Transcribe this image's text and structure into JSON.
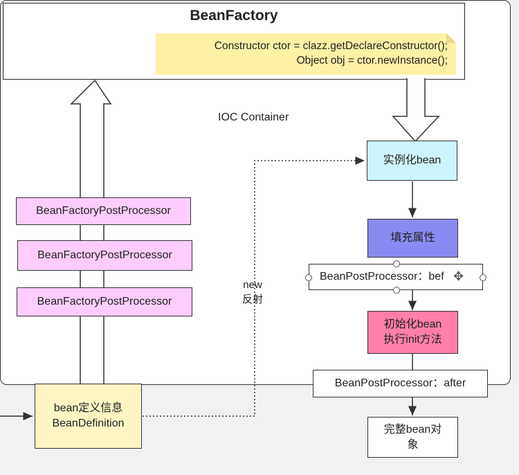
{
  "factory": {
    "title": "BeanFactory"
  },
  "note": {
    "line1": "Constructor ctor = clazz.getDeclareConstructor();",
    "line2": "Object obj = ctor.newInstance();"
  },
  "container": {
    "label": "IOC  Container"
  },
  "post_processors": [
    "BeanFactoryPostProcessor",
    "BeanFactoryPostProcessor",
    "BeanFactoryPostProcessor"
  ],
  "definition": {
    "line1": "bean定义信息",
    "line2": "BeanDefinition"
  },
  "edge_label": {
    "line1": "new",
    "line2": "反射"
  },
  "flow": {
    "instantiate": "实例化bean",
    "populate": "填充属性",
    "before": "BeanPostProcessor：bef",
    "init_line1": "初始化bean",
    "init_line2": "执行init方法",
    "after": "BeanPostProcessor：after",
    "complete": "完整bean对象"
  },
  "colors": {
    "note": "#fdf1a6",
    "post_processor": "#ffccff",
    "definition": "#fff5c2",
    "instantiate": "#ccf5ff",
    "populate": "#8a8af2",
    "init": "#ff7fa8"
  }
}
